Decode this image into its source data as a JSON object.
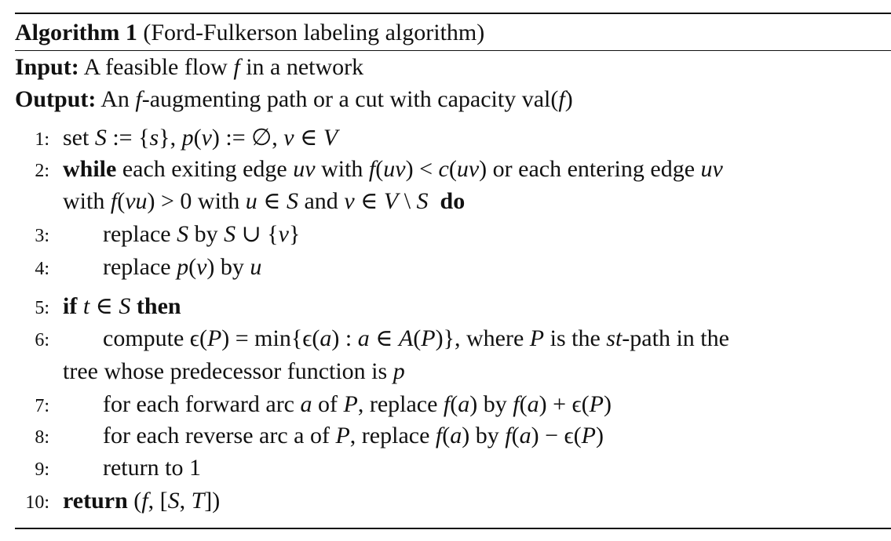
{
  "header": {
    "label": "Algorithm 1",
    "title": "(Ford-Fulkerson labeling algorithm)"
  },
  "io": [
    {
      "label": "Input:",
      "segments": [
        {
          "t": " A feasible flow ",
          "s": "r"
        },
        {
          "t": "f",
          "s": "i"
        },
        {
          "t": " in a network",
          "s": "r"
        }
      ]
    },
    {
      "label": "Output:",
      "segments": [
        {
          "t": " An ",
          "s": "r"
        },
        {
          "t": "f",
          "s": "i"
        },
        {
          "t": "-augmenting path or a cut with capacity val(",
          "s": "r"
        },
        {
          "t": "f",
          "s": "i"
        },
        {
          "t": ")",
          "s": "r"
        }
      ]
    }
  ],
  "steps": [
    {
      "num": "1:",
      "indent": 0,
      "segments": [
        {
          "t": "set ",
          "s": "r"
        },
        {
          "t": "S",
          "s": "i"
        },
        {
          "t": " := {",
          "s": "r"
        },
        {
          "t": "s",
          "s": "i"
        },
        {
          "t": "}, ",
          "s": "r"
        },
        {
          "t": "p",
          "s": "i"
        },
        {
          "t": "(",
          "s": "r"
        },
        {
          "t": "v",
          "s": "i"
        },
        {
          "t": ") := ∅, ",
          "s": "r"
        },
        {
          "t": "v",
          "s": "i"
        },
        {
          "t": " ∈ ",
          "s": "r"
        },
        {
          "t": "V",
          "s": "i"
        }
      ]
    },
    {
      "num": "2:",
      "indent": 0,
      "segments": [
        {
          "t": "while",
          "s": "b"
        },
        {
          "t": " each exiting edge ",
          "s": "r"
        },
        {
          "t": "uv",
          "s": "i"
        },
        {
          "t": " with ",
          "s": "r"
        },
        {
          "t": "f",
          "s": "i"
        },
        {
          "t": "(",
          "s": "r"
        },
        {
          "t": "uv",
          "s": "i"
        },
        {
          "t": ") < ",
          "s": "r"
        },
        {
          "t": "c",
          "s": "i"
        },
        {
          "t": "(",
          "s": "r"
        },
        {
          "t": "uv",
          "s": "i"
        },
        {
          "t": ") or each entering edge ",
          "s": "r"
        },
        {
          "t": "uv",
          "s": "i"
        }
      ]
    },
    {
      "num": "",
      "indent": 0,
      "segments": [
        {
          "t": "with ",
          "s": "r"
        },
        {
          "t": "f",
          "s": "i"
        },
        {
          "t": "(",
          "s": "r"
        },
        {
          "t": "vu",
          "s": "i"
        },
        {
          "t": ") > 0 with ",
          "s": "r"
        },
        {
          "t": "u",
          "s": "i"
        },
        {
          "t": " ∈ ",
          "s": "r"
        },
        {
          "t": "S",
          "s": "i"
        },
        {
          "t": " and ",
          "s": "r"
        },
        {
          "t": "v",
          "s": "i"
        },
        {
          "t": " ∈ ",
          "s": "r"
        },
        {
          "t": "V",
          "s": "i"
        },
        {
          "t": " \\ ",
          "s": "r"
        },
        {
          "t": "S",
          "s": "i"
        },
        {
          "t": "  do",
          "s": "b"
        }
      ]
    },
    {
      "num": "3:",
      "indent": 1,
      "segments": [
        {
          "t": "replace ",
          "s": "r"
        },
        {
          "t": "S",
          "s": "i"
        },
        {
          "t": " by ",
          "s": "r"
        },
        {
          "t": "S",
          "s": "i"
        },
        {
          "t": " ∪ {",
          "s": "r"
        },
        {
          "t": "v",
          "s": "i"
        },
        {
          "t": "}",
          "s": "r"
        }
      ]
    },
    {
      "num": "4:",
      "indent": 1,
      "segments": [
        {
          "t": "replace ",
          "s": "r"
        },
        {
          "t": "p",
          "s": "i"
        },
        {
          "t": "(",
          "s": "r"
        },
        {
          "t": "v",
          "s": "i"
        },
        {
          "t": ") by ",
          "s": "r"
        },
        {
          "t": "u",
          "s": "i"
        }
      ]
    },
    {
      "num": "5:",
      "indent": 0,
      "segments": [
        {
          "t": "if ",
          "s": "b"
        },
        {
          "t": "t",
          "s": "i"
        },
        {
          "t": " ∈ ",
          "s": "r"
        },
        {
          "t": "S",
          "s": "i"
        },
        {
          "t": " then",
          "s": "b"
        }
      ]
    },
    {
      "num": "6:",
      "indent": 1,
      "segments": [
        {
          "t": "compute ϵ(",
          "s": "r"
        },
        {
          "t": "P",
          "s": "i"
        },
        {
          "t": ") = min{ϵ(",
          "s": "r"
        },
        {
          "t": "a",
          "s": "i"
        },
        {
          "t": ") : ",
          "s": "r"
        },
        {
          "t": "a",
          "s": "i"
        },
        {
          "t": " ∈ ",
          "s": "r"
        },
        {
          "t": "A",
          "s": "i"
        },
        {
          "t": "(",
          "s": "r"
        },
        {
          "t": "P",
          "s": "i"
        },
        {
          "t": ")}, where ",
          "s": "r"
        },
        {
          "t": "P",
          "s": "i"
        },
        {
          "t": " is the ",
          "s": "r"
        },
        {
          "t": "st",
          "s": "i"
        },
        {
          "t": "-path in the",
          "s": "r"
        }
      ]
    },
    {
      "num": "",
      "indent": 0,
      "segments": [
        {
          "t": "tree whose predecessor function is ",
          "s": "r"
        },
        {
          "t": "p",
          "s": "i"
        }
      ]
    },
    {
      "num": "7:",
      "indent": 1,
      "segments": [
        {
          "t": "for each forward arc ",
          "s": "r"
        },
        {
          "t": "a",
          "s": "i"
        },
        {
          "t": " of ",
          "s": "r"
        },
        {
          "t": "P",
          "s": "i"
        },
        {
          "t": ", replace ",
          "s": "r"
        },
        {
          "t": "f",
          "s": "i"
        },
        {
          "t": "(",
          "s": "r"
        },
        {
          "t": "a",
          "s": "i"
        },
        {
          "t": ") by ",
          "s": "r"
        },
        {
          "t": "f",
          "s": "i"
        },
        {
          "t": "(",
          "s": "r"
        },
        {
          "t": "a",
          "s": "i"
        },
        {
          "t": ") + ϵ(",
          "s": "r"
        },
        {
          "t": "P",
          "s": "i"
        },
        {
          "t": ")",
          "s": "r"
        }
      ]
    },
    {
      "num": "8:",
      "indent": 1,
      "segments": [
        {
          "t": "for each reverse arc a of ",
          "s": "r"
        },
        {
          "t": "P",
          "s": "i"
        },
        {
          "t": ", replace ",
          "s": "r"
        },
        {
          "t": "f",
          "s": "i"
        },
        {
          "t": "(",
          "s": "r"
        },
        {
          "t": "a",
          "s": "i"
        },
        {
          "t": ") by ",
          "s": "r"
        },
        {
          "t": "f",
          "s": "i"
        },
        {
          "t": "(",
          "s": "r"
        },
        {
          "t": "a",
          "s": "i"
        },
        {
          "t": ") − ϵ(",
          "s": "r"
        },
        {
          "t": "P",
          "s": "i"
        },
        {
          "t": ")",
          "s": "r"
        }
      ]
    },
    {
      "num": "9:",
      "indent": 1,
      "segments": [
        {
          "t": "return to 1",
          "s": "r"
        }
      ]
    },
    {
      "num": "10:",
      "indent": 0,
      "segments": [
        {
          "t": "return",
          "s": "b"
        },
        {
          "t": " (",
          "s": "r"
        },
        {
          "t": "f",
          "s": "i"
        },
        {
          "t": ", [",
          "s": "r"
        },
        {
          "t": "S",
          "s": "i"
        },
        {
          "t": ", ",
          "s": "r"
        },
        {
          "t": "T",
          "s": "i"
        },
        {
          "t": "])",
          "s": "r"
        }
      ]
    }
  ]
}
